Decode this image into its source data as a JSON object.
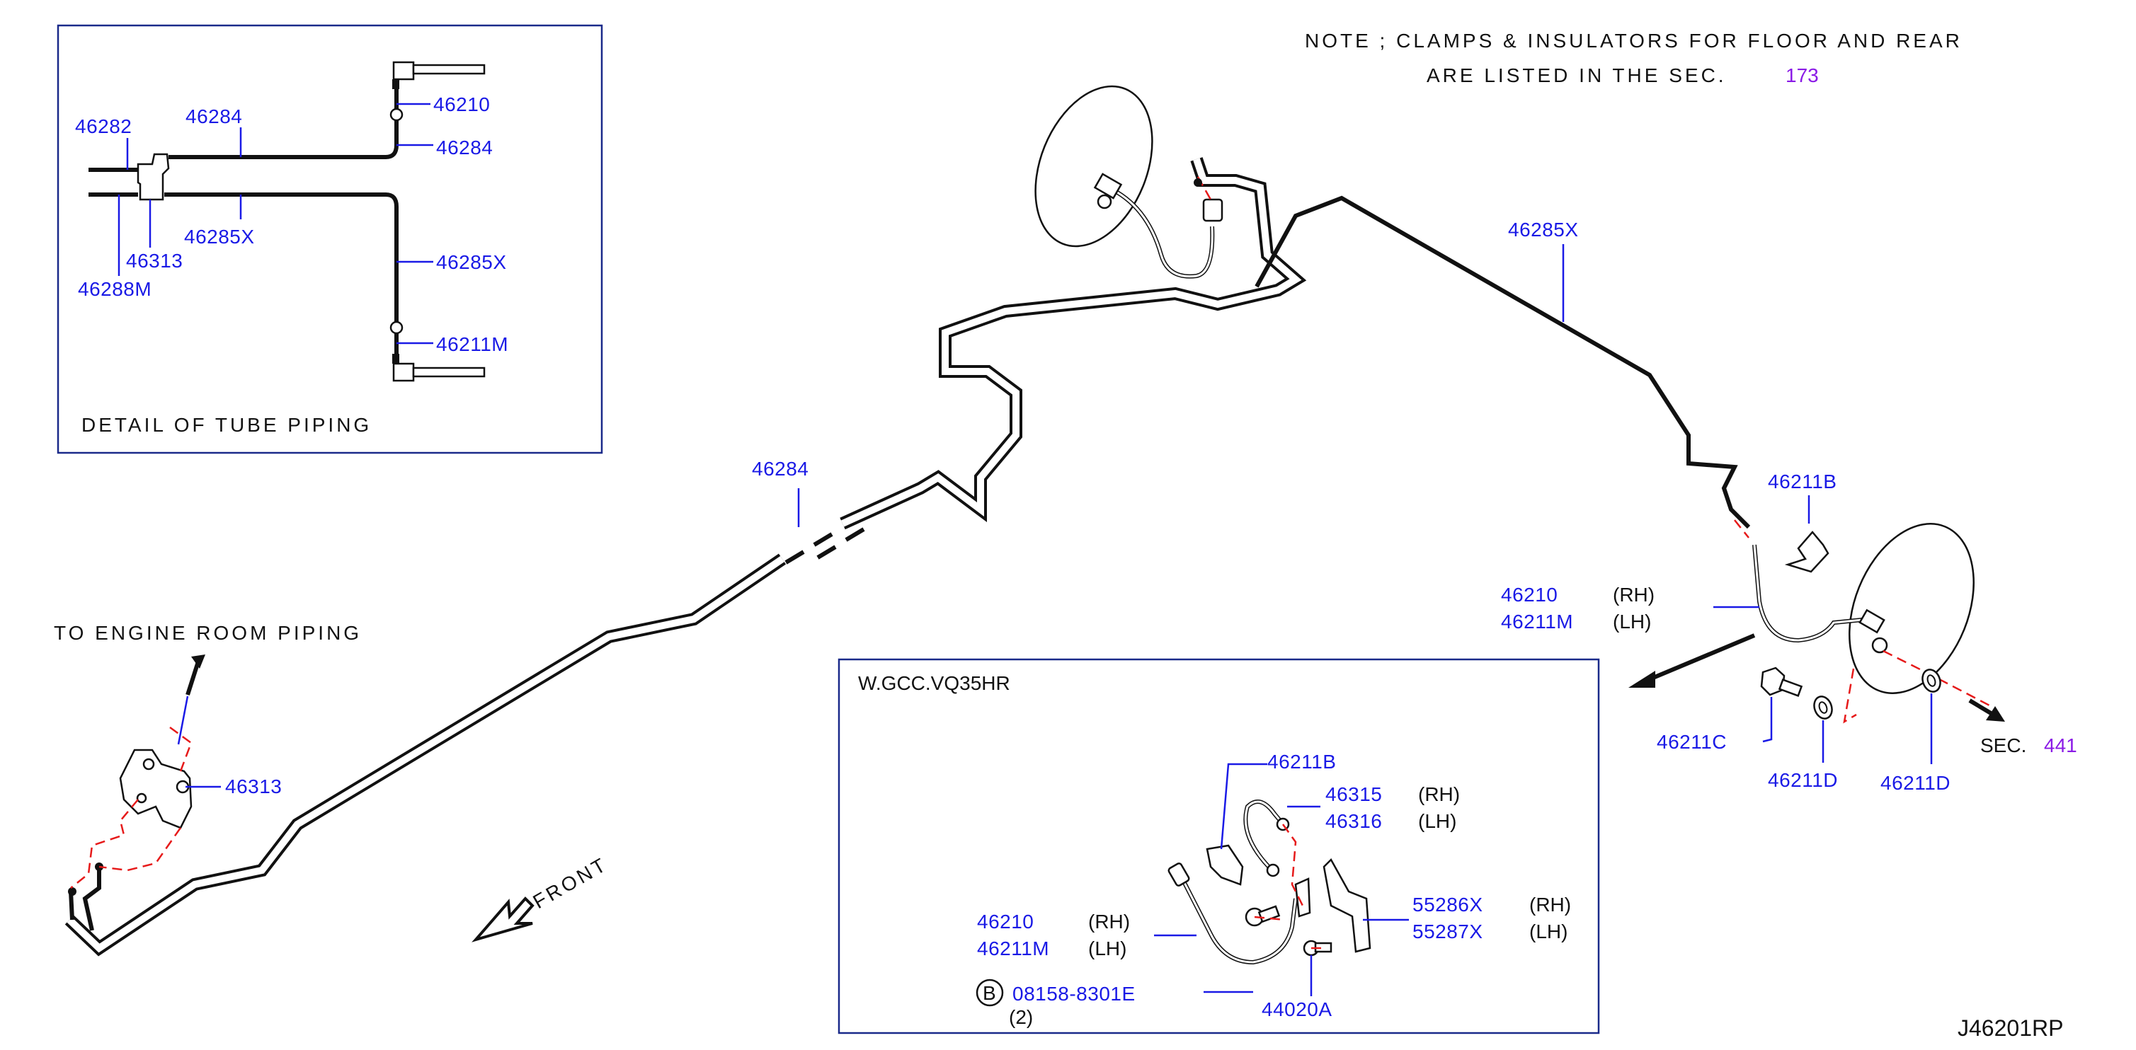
{
  "note": {
    "line1": "NOTE ; CLAMPS & INSULATORS FOR FLOOR AND REAR",
    "line2_prefix": "ARE LISTED IN THE SEC.",
    "sec_ref": "173"
  },
  "detail_box": {
    "title": "DETAIL OF TUBE PIPING",
    "labels": [
      "46282",
      "46284",
      "46210",
      "46284",
      "46285X",
      "46313",
      "46288M",
      "46285X",
      "46211M"
    ]
  },
  "main_labels": {
    "to_engine": "TO ENGINE ROOM PIPING",
    "front": "FRONT",
    "p46284": "46284",
    "p46285x": "46285X",
    "p46313": "46313",
    "p46211b": "46211B",
    "p46210": "46210",
    "p46211m": "46211M",
    "rh": "(RH)",
    "lh": "(LH)",
    "p46211c": "46211C",
    "p46211d_a": "46211D",
    "p46211d_b": "46211D",
    "sec_label": "SEC.",
    "sec_ref": "441"
  },
  "inset_box": {
    "title": "W.GCC.VQ35HR",
    "p46211b": "46211B",
    "p46315": "46315",
    "p46316": "46316",
    "p46210": "46210",
    "p46211m": "46211M",
    "p55286x": "55286X",
    "p55287x": "55287X",
    "p44020a": "44020A",
    "bolt_symbol": "B",
    "bolt_part": "08158-8301E",
    "bolt_qty": "(2)",
    "rh": "(RH)",
    "lh": "(LH)"
  },
  "diagram_code": "J46201RP",
  "colors": {
    "part_number": "#1a1ae6",
    "section_ref": "#8a1ae6",
    "dashed_guide": "#e61a1a",
    "box_frame": "#1a2a8a",
    "line": "#111111"
  }
}
